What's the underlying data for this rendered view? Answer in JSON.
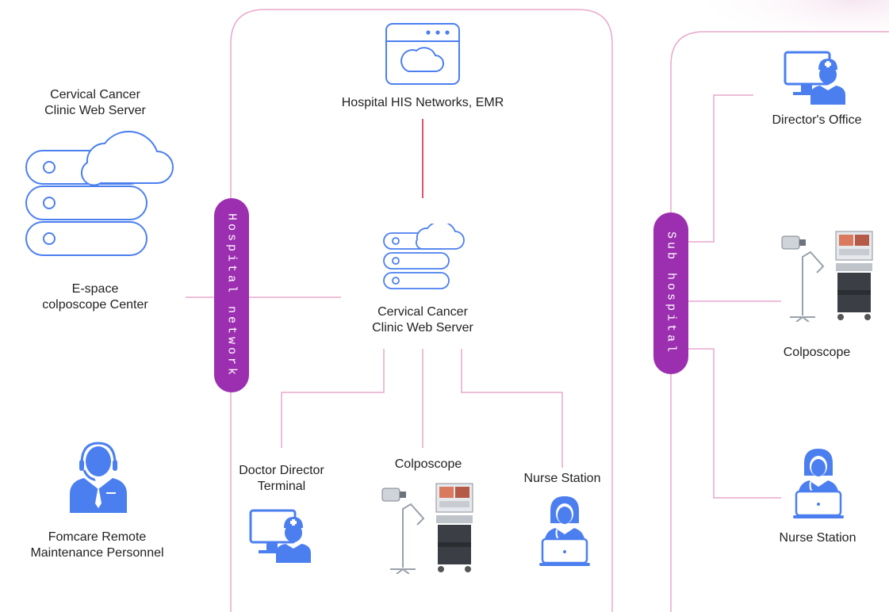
{
  "colors": {
    "line_pink": "#e9a8cc",
    "line_red": "#d7183f",
    "pill_purple": "#9c2fb0",
    "icon_blue": "#4b7ff0"
  },
  "left": {
    "server_title_line1": "Cervical  Cancer",
    "server_title_line2": "Clinic Web Server",
    "center_line1": "E-space",
    "center_line2": "colposcope Center",
    "maint_line1": "Fomcare Remote",
    "maint_line2": "Maintenance Personnel"
  },
  "hospital": {
    "network_label": "Hospital network",
    "his_label": "Hospital HIS Networks, EMR",
    "server_line1": "Cervical Cancer",
    "server_line2": "Clinic Web Server",
    "doctor_line1": "Doctor Director",
    "doctor_line2": "Terminal",
    "colposcope_label": "Colposcope",
    "nurse_label": "Nurse Station"
  },
  "sub": {
    "network_label": "Sub hospital",
    "director_label": "Director's Office",
    "colposcope_label": "Colposcope",
    "nurse_label": "Nurse Station"
  },
  "icons": {
    "browser_cloud": "browser-cloud-icon",
    "server_cloud": "server-cloud-icon",
    "doctor_monitor": "doctor-monitor-icon",
    "support_agent": "support-agent-icon",
    "nurse_laptop": "nurse-laptop-icon",
    "colposcope_device": "colposcope-device-icon"
  }
}
